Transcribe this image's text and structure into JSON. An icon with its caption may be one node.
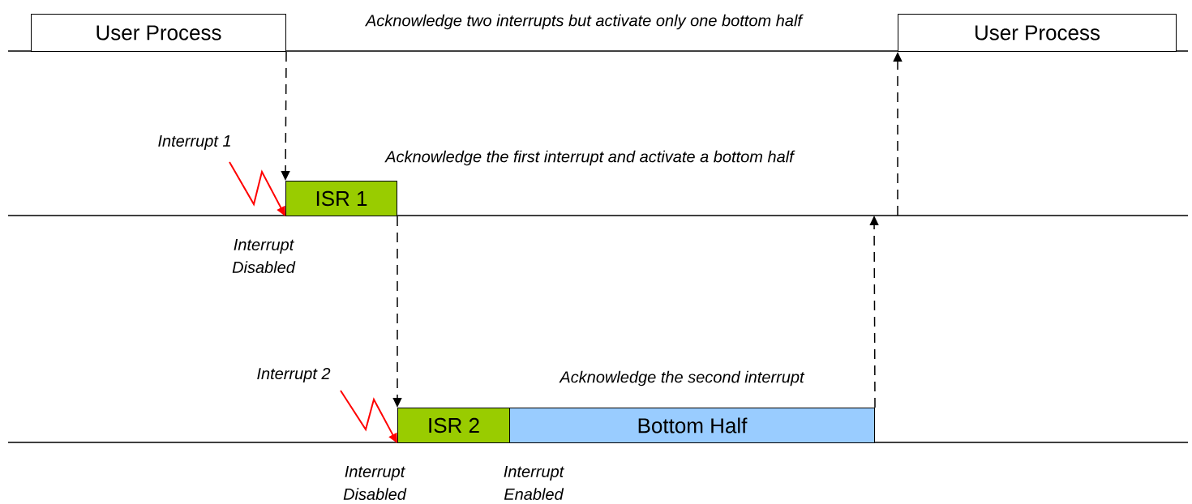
{
  "diagram": {
    "nodes": [
      {
        "text": [
          "User Process"
        ]
      },
      {
        "text": [
          "ISR 1"
        ]
      },
      {
        "text": [
          "ISR 2"
        ]
      },
      {
        "text": [
          "Bottom Half"
        ]
      },
      {
        "text": [
          "User Process"
        ]
      }
    ],
    "edges": [
      {
        "from": 0,
        "to": 1,
        "arrow": "to",
        "style": "dashed"
      },
      {
        "from": 1,
        "to": 2,
        "arrow": "to",
        "style": "dashed"
      },
      {
        "from": 3,
        "to": null,
        "arrow": "to",
        "style": "dashed"
      },
      {
        "from": null,
        "to": 4,
        "arrow": "to",
        "style": "dashed"
      },
      {
        "from": null,
        "to": 1,
        "arrow": "to",
        "color": "#ff0000"
      },
      {
        "from": null,
        "to": 2,
        "arrow": "to",
        "color": "#ff0000"
      }
    ],
    "labels": [
      "Acknowledge two interrupts but activate only one bottom half",
      "Interrupt 1",
      "Acknowledge the first interrupt and activate a bottom half",
      "Interrupt Disabled",
      "Interrupt 2",
      "Acknowledge the second interrupt",
      "Interrupt Disabled",
      "Interrupt Enabled"
    ]
  }
}
